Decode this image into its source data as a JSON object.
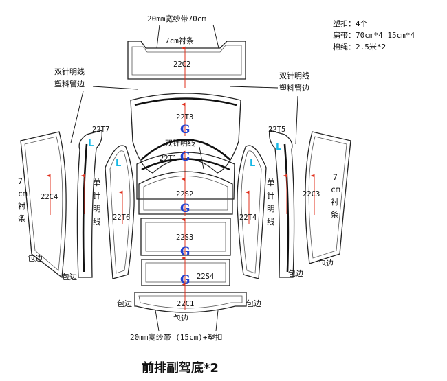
{
  "notes": {
    "line1": "塑扣：4个",
    "line2": "扁带：70cm*4  15cm*4",
    "line3": "棉绳：2.5米*2"
  },
  "top_strap": "20mm宽纱带70cm",
  "top_lining": "7cm衬条",
  "double_stitch_left": [
    "双针明线",
    "塑料管边"
  ],
  "double_stitch_right": [
    "双针明线",
    "塑料管边"
  ],
  "double_stitch_center": "双针明线",
  "single_stitch_left": [
    "单",
    "针",
    "明",
    "线"
  ],
  "single_stitch_right": [
    "单",
    "针",
    "明",
    "线"
  ],
  "lining_left": [
    "7",
    "cm",
    "衬",
    "条"
  ],
  "lining_right": [
    "7",
    "cm",
    "衬",
    "条"
  ],
  "edging": "包边",
  "bottom_strap": "20mm宽纱带 (15cm)+塑扣",
  "pieces": {
    "c2": "22C2",
    "t3": "22T3",
    "t1": "22T1",
    "s2": "22S2",
    "s3": "22S3",
    "s4": "22S4",
    "c1": "22C1",
    "t7": "22T7",
    "t6": "22T6",
    "t5": "22T5",
    "t4": "22T4",
    "c4": "22C4",
    "c3": "22C3"
  },
  "marks": {
    "g": "G",
    "l": "L"
  },
  "title": "前排副驾底*2"
}
